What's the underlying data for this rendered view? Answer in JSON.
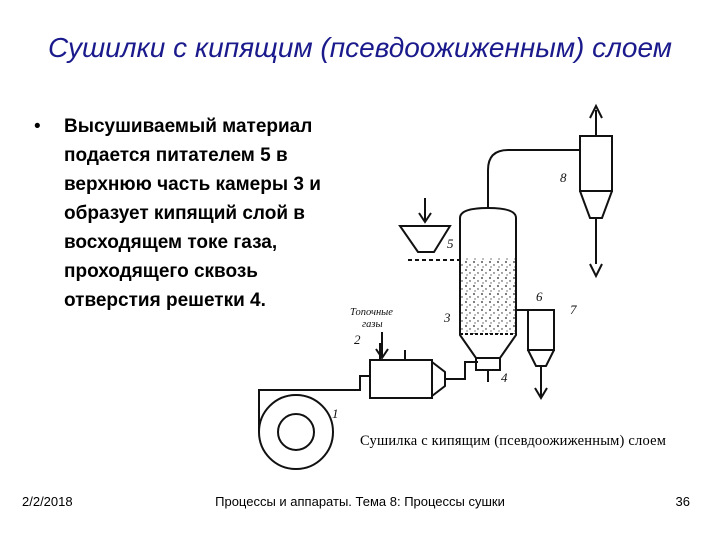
{
  "title": "Сушилки с кипящим (псевдоожиженным) слоем",
  "bullet": {
    "symbol": "•",
    "text": "Высушиваемый материал подается питателем 5 в верхнюю часть камеры 3 и образует кипящий слой в восходящем токе газа, проходящего сквозь отверстия решетки 4."
  },
  "diagram": {
    "labels": {
      "fan": "1",
      "heater": "2",
      "chamber": "3",
      "grid": "4",
      "feeder": "5",
      "outlet": "6",
      "bunker": "7",
      "cyclone": "8"
    },
    "gas_label_line1": "Топочные",
    "gas_label_line2": "газы",
    "caption": "Сушилка с кипящим (псевдоожиженным) слоем"
  },
  "footer": {
    "date": "2/2/2018",
    "center": "Процессы и аппараты. Тема 8: Процессы сушки",
    "page": "36"
  }
}
